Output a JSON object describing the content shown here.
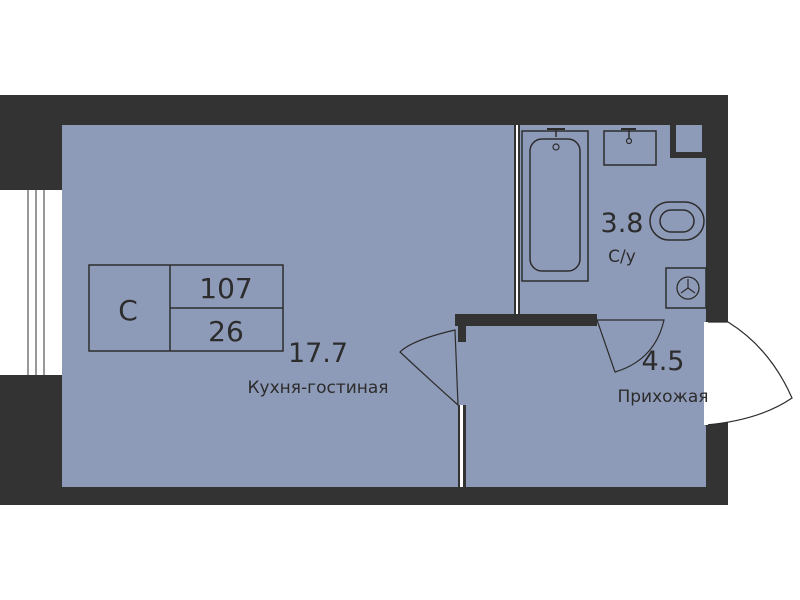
{
  "apartment": {
    "type_letter": "С",
    "number": "107",
    "floor": "26"
  },
  "rooms": [
    {
      "id": "kitchen-living",
      "area": "17.7",
      "name": "Кухня-гостиная"
    },
    {
      "id": "bathroom",
      "area": "3.8",
      "name": "С/у"
    },
    {
      "id": "hallway",
      "area": "4.5",
      "name": "Прихожая"
    }
  ],
  "colors": {
    "wall": "#333333",
    "floor": "#8e9bb8",
    "fixture_fill": "#8e9bb8",
    "line": "#2c2c2c",
    "background": "#ffffff"
  }
}
